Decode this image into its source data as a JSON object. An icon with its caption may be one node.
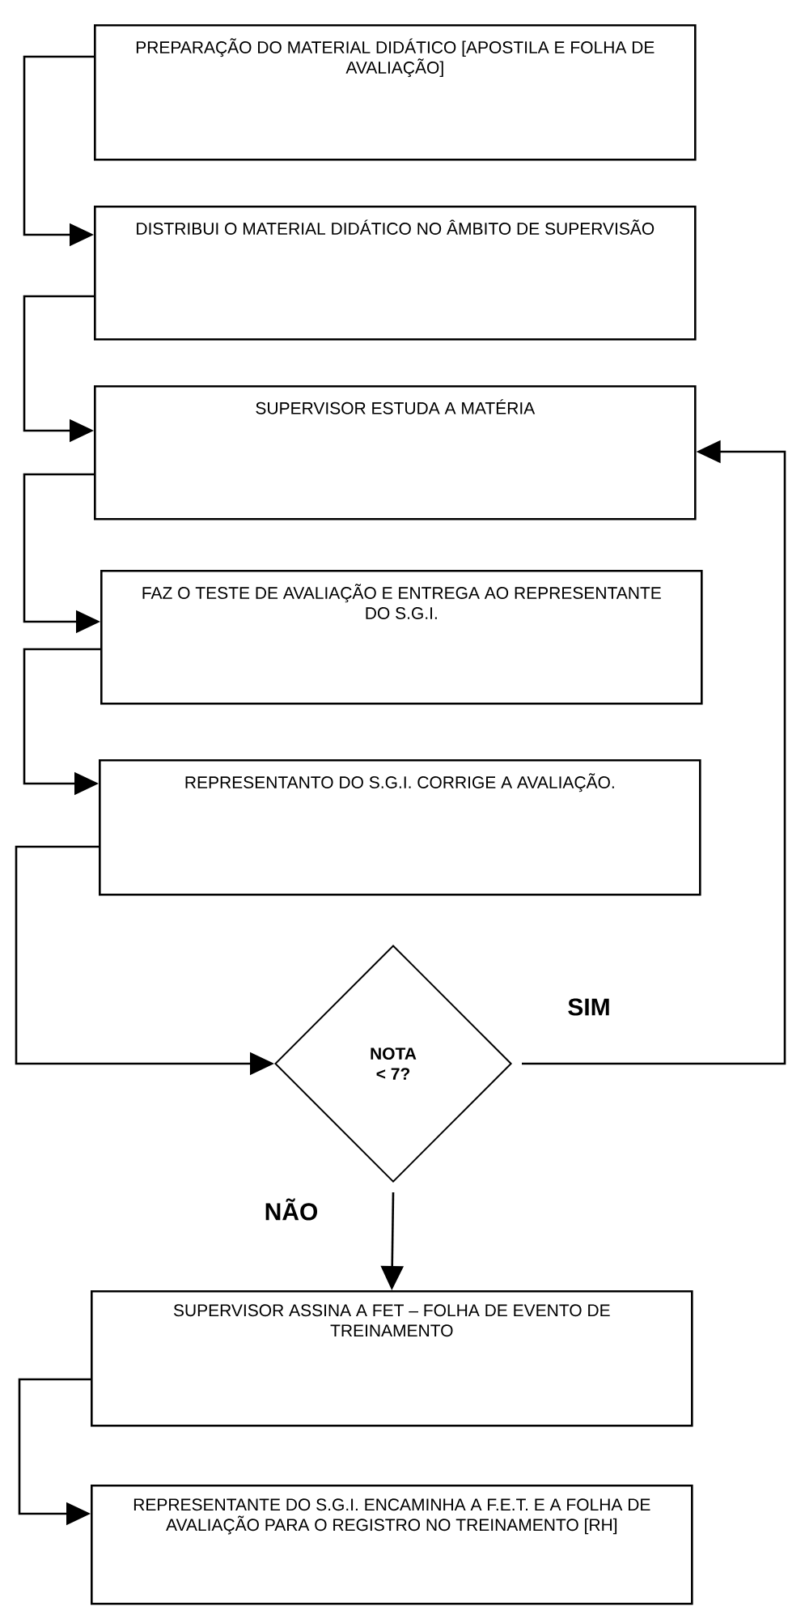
{
  "diagram": {
    "nodes": [
      {
        "text": [
          "PREPARAÇÃO DO MATERIAL DIDÁTICO [APOSTILA E FOLHA DE AVALIAÇÃO]"
        ]
      },
      {
        "text": [
          "DISTRIBUI O MATERIAL DIDÁTICO NO ÂMBITO DE SUPERVISÃO"
        ]
      },
      {
        "text": [
          "SUPERVISOR ESTUDA A MATÉRIA"
        ]
      },
      {
        "text": [
          "FAZ O TESTE DE AVALIAÇÃO E ENTREGA AO REPRESENTANTE DO S.G.I."
        ]
      },
      {
        "text": [
          "REPRESENTANTO DO S.G.I. CORRIGE A AVALIAÇÃO."
        ]
      },
      {
        "text": [
          "NOTA < 7?"
        ]
      },
      {
        "text": [
          "SUPERVISOR ASSINA A FET – FOLHA DE EVENTO DE TREINAMENTO"
        ]
      },
      {
        "text": [
          "REPRESENTANTE DO S.G.I. ENCAMINHA A F.E.T. E A FOLHA DE AVALIAÇÃO PARA O REGISTRO NO TREINAMENTO [RH]"
        ]
      }
    ],
    "edges": [
      {
        "from": 0,
        "to": 1,
        "arrow": "to"
      },
      {
        "from": 1,
        "to": 2,
        "arrow": "to"
      },
      {
        "from": 2,
        "to": 3,
        "arrow": "to"
      },
      {
        "from": 3,
        "to": 4,
        "arrow": "to"
      },
      {
        "from": 4,
        "to": 5,
        "arrow": "to"
      },
      {
        "from": 5,
        "to": 2,
        "arrow": "to",
        "label": "SIM"
      },
      {
        "from": 5,
        "to": 6,
        "arrow": "to",
        "label": "NÃO"
      },
      {
        "from": 6,
        "to": 7,
        "arrow": "to"
      }
    ]
  }
}
